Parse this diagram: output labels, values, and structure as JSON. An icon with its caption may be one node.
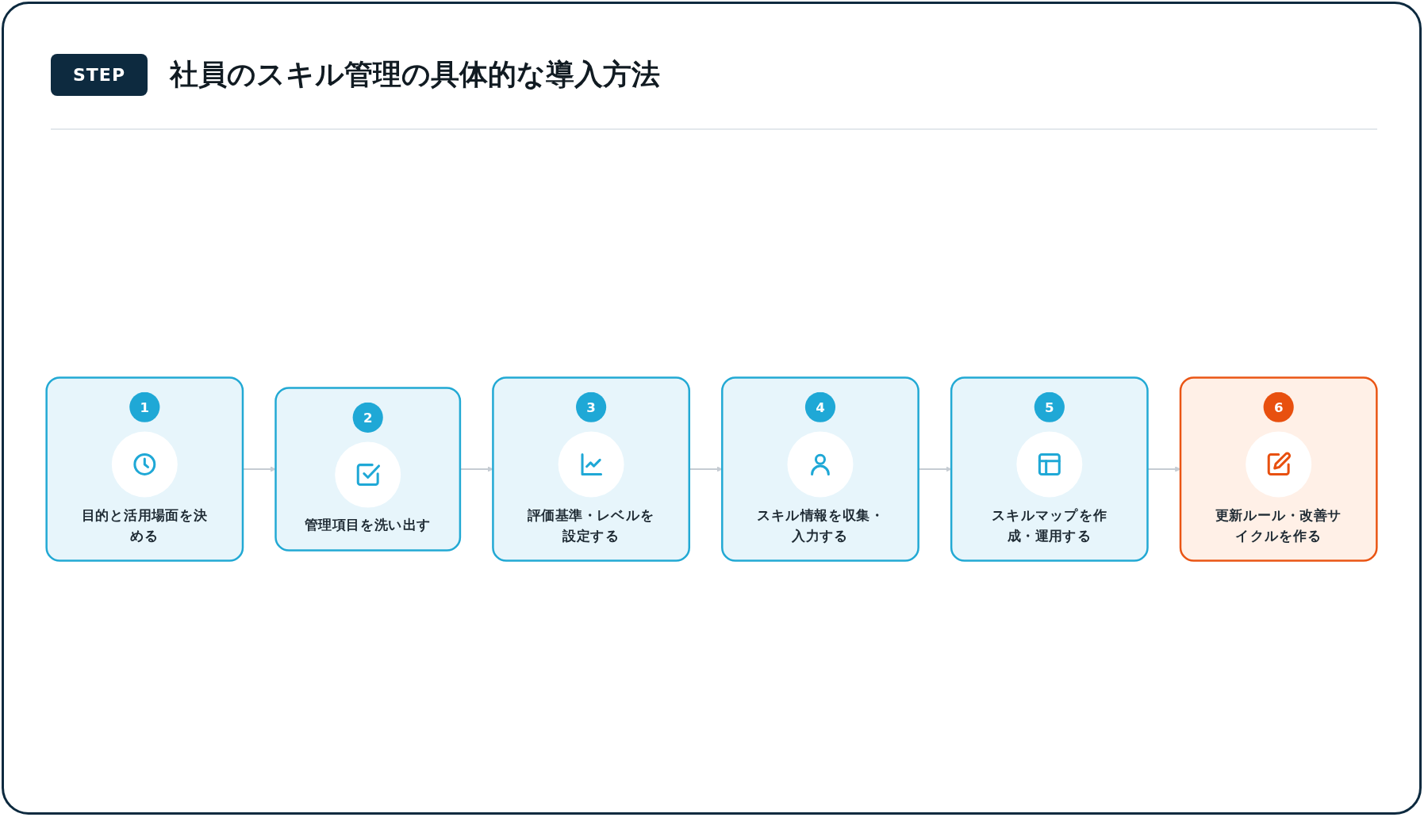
{
  "diagram": {
    "title": "社員のスキル管理の具体的な導入方法",
    "nodes": [
      {
        "text": [
          "1",
          "目的と活用場面を決める"
        ]
      },
      {
        "text": [
          "2",
          "管理項目を洗い出す"
        ]
      },
      {
        "text": [
          "3",
          "評価基準・レベルを設定する"
        ]
      },
      {
        "text": [
          "4",
          "スキル情報を収集・入力する"
        ]
      },
      {
        "text": [
          "5",
          "スキルマップを作成・運用する"
        ]
      },
      {
        "text": [
          "6",
          "更新ルール・改善サイクルを作る"
        ]
      }
    ],
    "edges": [
      {
        "from": 0,
        "to": 1,
        "arrow": "to"
      },
      {
        "from": 1,
        "to": 2,
        "arrow": "to"
      },
      {
        "from": 2,
        "to": 3,
        "arrow": "to"
      },
      {
        "from": 3,
        "to": 4,
        "arrow": "to"
      },
      {
        "from": 4,
        "to": 5,
        "arrow": "to"
      }
    ],
    "labels": [
      "STEP"
    ]
  }
}
